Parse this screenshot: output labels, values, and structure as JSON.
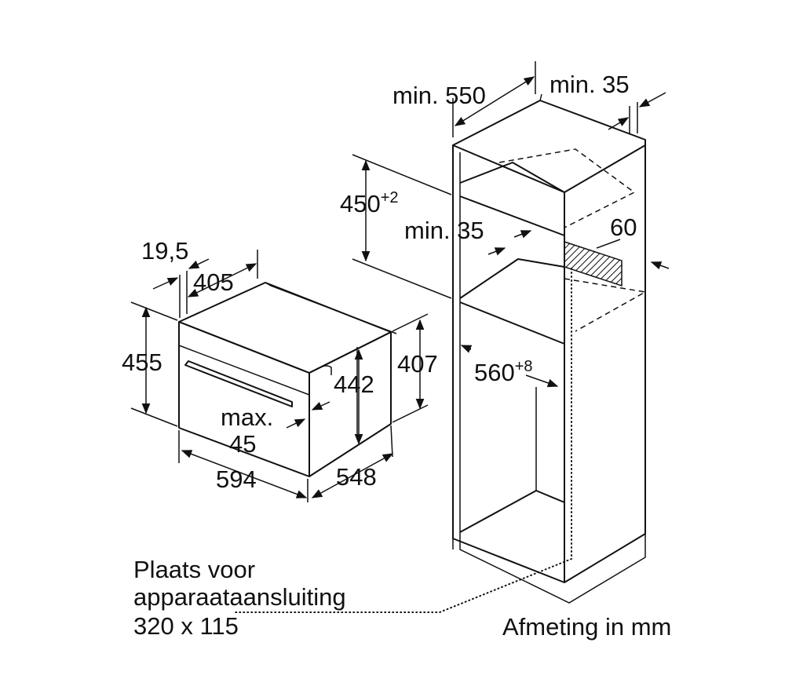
{
  "dimensions": {
    "niche_depth": "min. 550",
    "side_gap": "min. 35",
    "niche_height_value": "450",
    "niche_height_tolerance": "+2",
    "rear_gap": "min. 35",
    "vent_size": "60",
    "niche_width_value": "560",
    "niche_width_tolerance": "+8",
    "front_frame": "19,5",
    "front_depth": "405",
    "total_height": "455",
    "body_height_inner": "442",
    "body_height": "407",
    "max_label": "max.",
    "max_value": "45",
    "total_width": "594",
    "total_depth": "548"
  },
  "connection_note": {
    "line1": "Plaats voor",
    "line2": "apparaataansluiting",
    "line3": "320 x 115"
  },
  "unit_note": "Afmeting in mm",
  "colors": {
    "ink": "#111111",
    "background": "#ffffff"
  }
}
